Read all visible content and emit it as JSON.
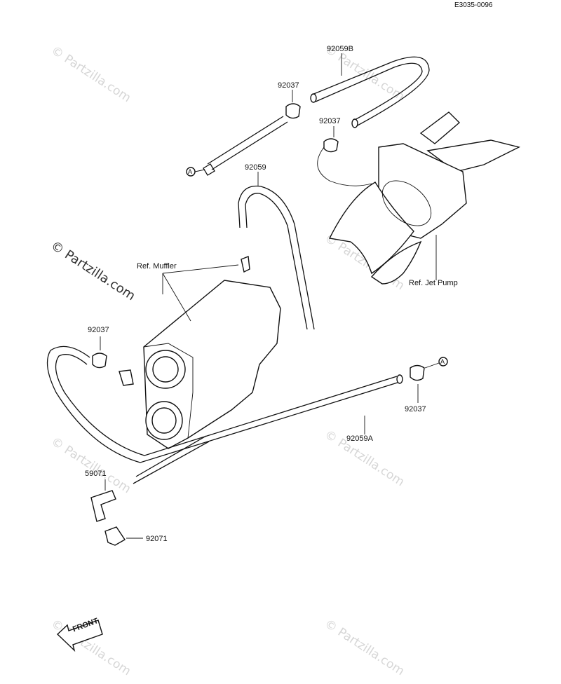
{
  "diagram_code": "E3035-0096",
  "labels": {
    "p92059b": "92059B",
    "p92037_top": "92037",
    "p92037_mid": "92037",
    "p92059": "92059",
    "ref_muffler": "Ref. Muffler",
    "ref_jet_pump": "Ref. Jet Pump",
    "p92037_left": "92037",
    "p92037_right": "92037",
    "p92059a": "92059A",
    "p59071": "59071",
    "p92071": "92071",
    "marker_a_top": "A",
    "marker_a_right": "A",
    "front": "FRONT"
  },
  "watermarks": [
    "© Partzilla.com",
    "© Partzilla.com",
    "© Partzilla.com",
    "© Partzilla.com",
    "© Partzilla.com",
    "© Partzilla.com",
    "© Partzilla.com",
    "© Partzilla.com"
  ]
}
